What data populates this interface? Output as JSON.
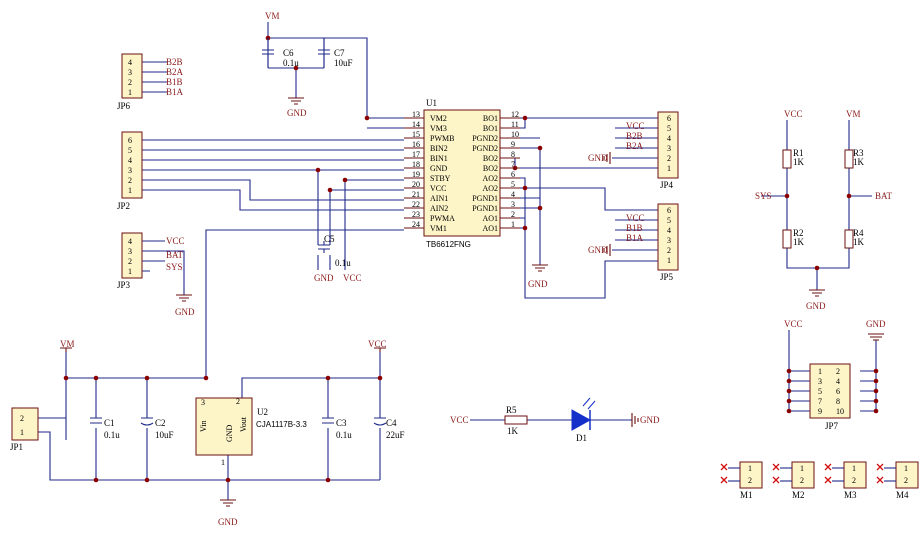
{
  "nets": {
    "vm_top": "VM",
    "gnd_top": "GND",
    "c5_gnd": "GND",
    "c5_vcc": "VCC",
    "jp4_gnd": "GND",
    "jp5_gnd": "GND",
    "u1_gnd": "GND",
    "jp3_vcc": "VCC",
    "jp3_bat": "BAT",
    "jp3_sys": "SYS",
    "jp3_gnd": "GND",
    "pwr_vm": "VM",
    "pwr_vcc": "VCC",
    "pwr_gnd": "GND",
    "led_vcc": "VCC",
    "led_gnd": "GND",
    "div_vcc": "VCC",
    "div_vm": "VM",
    "div_sys": "SYS",
    "div_bat": "BAT",
    "div_gnd": "GND",
    "jp7_vcc": "VCC",
    "jp7_gnd": "GND"
  },
  "u1": {
    "designator": "U1",
    "part": "TB6612FNG",
    "left_pins": [
      {
        "num": "13",
        "name": "VM2"
      },
      {
        "num": "14",
        "name": "VM3"
      },
      {
        "num": "15",
        "name": "PWMB"
      },
      {
        "num": "16",
        "name": "BIN2"
      },
      {
        "num": "17",
        "name": "BIN1"
      },
      {
        "num": "18",
        "name": "GND"
      },
      {
        "num": "19",
        "name": "STBY"
      },
      {
        "num": "20",
        "name": "VCC"
      },
      {
        "num": "21",
        "name": "AIN1"
      },
      {
        "num": "22",
        "name": "AIN2"
      },
      {
        "num": "23",
        "name": "PWMA"
      },
      {
        "num": "24",
        "name": "VM1"
      }
    ],
    "right_pins": [
      {
        "num": "12",
        "name": "BO1"
      },
      {
        "num": "11",
        "name": "BO1"
      },
      {
        "num": "10",
        "name": "PGND2"
      },
      {
        "num": "9",
        "name": "PGND2"
      },
      {
        "num": "8",
        "name": "BO2"
      },
      {
        "num": "7",
        "name": "BO2"
      },
      {
        "num": "6",
        "name": "AO2"
      },
      {
        "num": "5",
        "name": "AO2"
      },
      {
        "num": "4",
        "name": "PGND1"
      },
      {
        "num": "3",
        "name": "PGND1"
      },
      {
        "num": "2",
        "name": "AO1"
      },
      {
        "num": "1",
        "name": "AO1"
      }
    ]
  },
  "jp6": {
    "designator": "JP6",
    "pins": [
      "4",
      "3",
      "2",
      "1"
    ],
    "nets": [
      "B2B",
      "B2A",
      "B1B",
      "B1A"
    ]
  },
  "jp2": {
    "designator": "JP2",
    "pins": [
      "6",
      "5",
      "4",
      "3",
      "2",
      "1"
    ]
  },
  "jp3": {
    "designator": "JP3",
    "pins": [
      "4",
      "3",
      "2",
      "1"
    ]
  },
  "jp4": {
    "designator": "JP4",
    "pins": [
      "6",
      "5",
      "4",
      "3",
      "2",
      "1"
    ],
    "nets": [
      "VCC",
      "B2B",
      "B2A"
    ]
  },
  "jp5": {
    "designator": "JP5",
    "pins": [
      "6",
      "5",
      "4",
      "3",
      "2",
      "1"
    ],
    "nets": [
      "VCC",
      "B1B",
      "B1A"
    ]
  },
  "jp1": {
    "designator": "JP1",
    "pins": [
      "2",
      "1"
    ]
  },
  "jp7": {
    "designator": "JP7",
    "pins": [
      "1",
      "2",
      "3",
      "4",
      "5",
      "6",
      "7",
      "8",
      "9",
      "10"
    ]
  },
  "c6": {
    "designator": "C6",
    "value": "0.1u"
  },
  "c7": {
    "designator": "C7",
    "value": "10uF"
  },
  "c5": {
    "designator": "C5",
    "value": "0.1u"
  },
  "c1": {
    "designator": "C1",
    "value": "0.1u"
  },
  "c2": {
    "designator": "C2",
    "value": "10uF"
  },
  "c3": {
    "designator": "C3",
    "value": "0.1u"
  },
  "c4": {
    "designator": "C4",
    "value": "22uF"
  },
  "u2": {
    "designator": "U2",
    "part": "CJA1117B-3.3",
    "vin": "Vin",
    "gnd": "GND",
    "vout": "Vout",
    "pin_vin": "3",
    "pin_gnd": "1",
    "pin_vout": "2"
  },
  "r5": {
    "designator": "R5",
    "value": "1K"
  },
  "d1": {
    "designator": "D1"
  },
  "r1": {
    "designator": "R1",
    "value": "1K"
  },
  "r2": {
    "designator": "R2",
    "value": "1K"
  },
  "r3": {
    "designator": "R3",
    "value": "1K"
  },
  "r4": {
    "designator": "R4",
    "value": "1K"
  },
  "motors": [
    {
      "designator": "M1",
      "pins": [
        "1",
        "2"
      ]
    },
    {
      "designator": "M2",
      "pins": [
        "1",
        "2"
      ]
    },
    {
      "designator": "M3",
      "pins": [
        "1",
        "2"
      ]
    },
    {
      "designator": "M4",
      "pins": [
        "1",
        "2"
      ]
    }
  ],
  "colors": {
    "wire": "#1f2a8a",
    "component": "#6b0f0f",
    "body_fill": "#fdf4c8",
    "junction": "#8b0000",
    "net_label": "#8b1a1a",
    "led": "#1530c8",
    "no_connect": "#d01010"
  }
}
